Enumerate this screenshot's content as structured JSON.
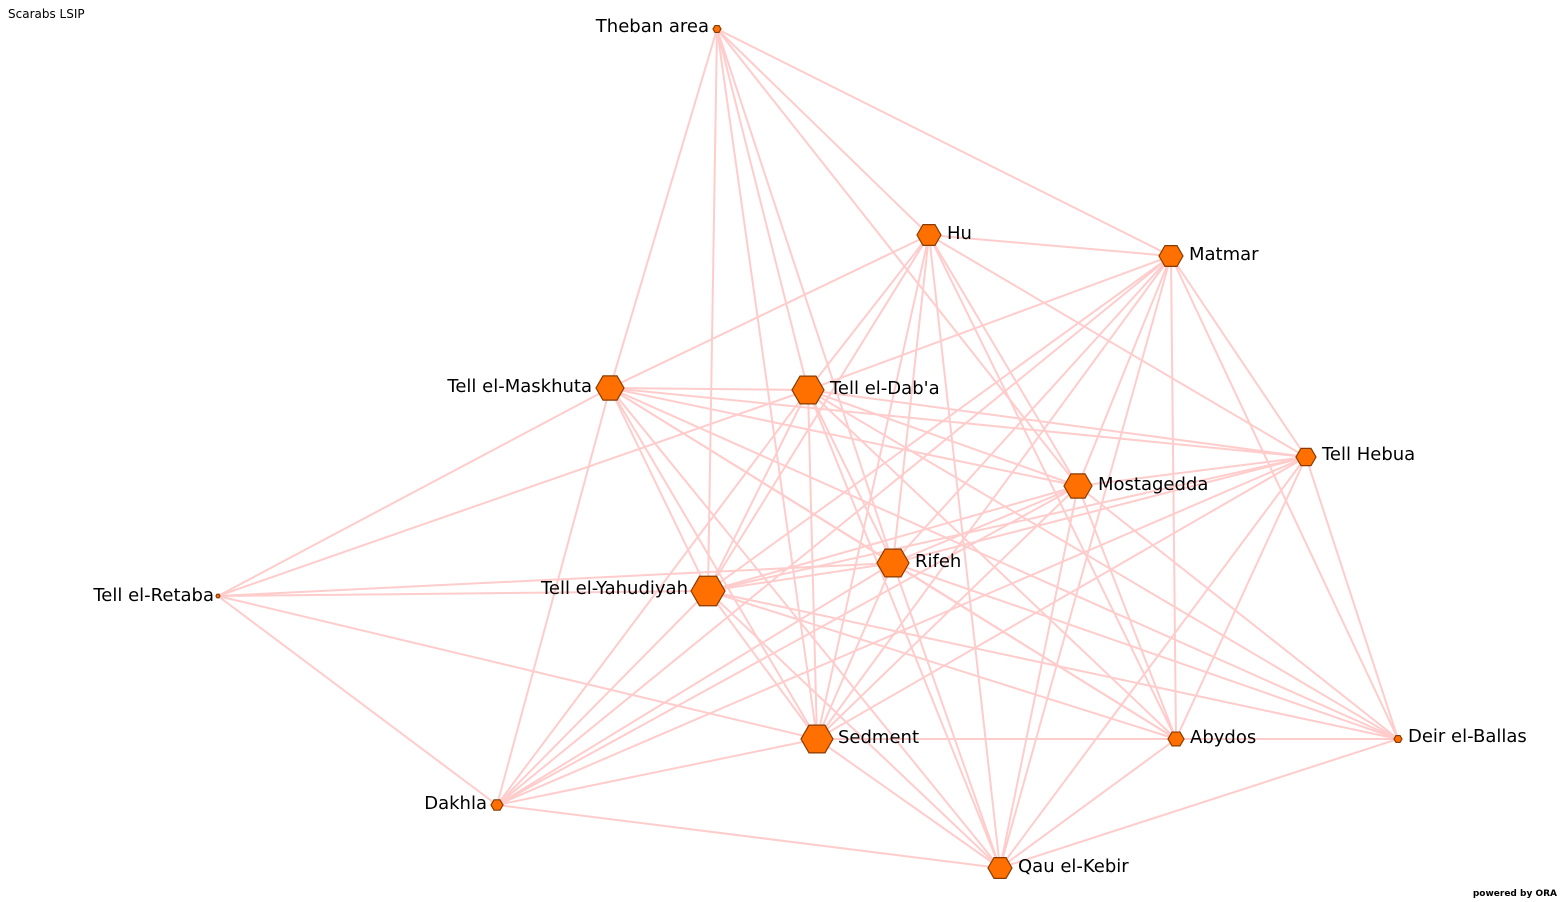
{
  "title": "Scarabs LSIP",
  "footer": "powered by ORA",
  "colors": {
    "edge": "#ffcccc",
    "node_fill": "#ff7000",
    "node_stroke": "#8a3a00",
    "label": "#000000"
  },
  "node_shape": "hexagon",
  "nodes": [
    {
      "id": "theban",
      "label": "Theban area"
    },
    {
      "id": "hu",
      "label": "Hu"
    },
    {
      "id": "matmar",
      "label": "Matmar"
    },
    {
      "id": "maskhuta",
      "label": "Tell el-Maskhuta"
    },
    {
      "id": "daba",
      "label": "Tell el-Dab'a"
    },
    {
      "id": "hebua",
      "label": "Tell Hebua"
    },
    {
      "id": "mostagedda",
      "label": "Mostagedda"
    },
    {
      "id": "rifeh",
      "label": "Rifeh"
    },
    {
      "id": "retaba",
      "label": "Tell el-Retaba"
    },
    {
      "id": "yahudiyah",
      "label": "Tell el-Yahudiyah"
    },
    {
      "id": "sedment",
      "label": "Sedment"
    },
    {
      "id": "abydos",
      "label": "Abydos"
    },
    {
      "id": "ballas",
      "label": "Deir el-Ballas"
    },
    {
      "id": "dakhla",
      "label": "Dakhla"
    },
    {
      "id": "qau",
      "label": "Qau el-Kebir"
    }
  ],
  "edges": [
    [
      "theban",
      "hu"
    ],
    [
      "theban",
      "matmar"
    ],
    [
      "theban",
      "maskhuta"
    ],
    [
      "theban",
      "daba"
    ],
    [
      "theban",
      "mostagedda"
    ],
    [
      "theban",
      "rifeh"
    ],
    [
      "theban",
      "yahudiyah"
    ],
    [
      "theban",
      "sedment"
    ],
    [
      "hu",
      "matmar"
    ],
    [
      "hu",
      "maskhuta"
    ],
    [
      "hu",
      "daba"
    ],
    [
      "hu",
      "hebua"
    ],
    [
      "hu",
      "mostagedda"
    ],
    [
      "hu",
      "rifeh"
    ],
    [
      "hu",
      "yahudiyah"
    ],
    [
      "hu",
      "sedment"
    ],
    [
      "hu",
      "abydos"
    ],
    [
      "hu",
      "qau"
    ],
    [
      "matmar",
      "daba"
    ],
    [
      "matmar",
      "hebua"
    ],
    [
      "matmar",
      "mostagedda"
    ],
    [
      "matmar",
      "rifeh"
    ],
    [
      "matmar",
      "yahudiyah"
    ],
    [
      "matmar",
      "sedment"
    ],
    [
      "matmar",
      "abydos"
    ],
    [
      "matmar",
      "ballas"
    ],
    [
      "matmar",
      "qau"
    ],
    [
      "matmar",
      "dakhla"
    ],
    [
      "maskhuta",
      "daba"
    ],
    [
      "maskhuta",
      "hebua"
    ],
    [
      "maskhuta",
      "mostagedda"
    ],
    [
      "maskhuta",
      "rifeh"
    ],
    [
      "maskhuta",
      "retaba"
    ],
    [
      "maskhuta",
      "yahudiyah"
    ],
    [
      "maskhuta",
      "sedment"
    ],
    [
      "maskhuta",
      "abydos"
    ],
    [
      "maskhuta",
      "ballas"
    ],
    [
      "maskhuta",
      "dakhla"
    ],
    [
      "maskhuta",
      "qau"
    ],
    [
      "daba",
      "hebua"
    ],
    [
      "daba",
      "mostagedda"
    ],
    [
      "daba",
      "rifeh"
    ],
    [
      "daba",
      "retaba"
    ],
    [
      "daba",
      "yahudiyah"
    ],
    [
      "daba",
      "sedment"
    ],
    [
      "daba",
      "abydos"
    ],
    [
      "daba",
      "ballas"
    ],
    [
      "daba",
      "dakhla"
    ],
    [
      "daba",
      "qau"
    ],
    [
      "hebua",
      "mostagedda"
    ],
    [
      "hebua",
      "rifeh"
    ],
    [
      "hebua",
      "yahudiyah"
    ],
    [
      "hebua",
      "sedment"
    ],
    [
      "hebua",
      "abydos"
    ],
    [
      "hebua",
      "ballas"
    ],
    [
      "hebua",
      "qau"
    ],
    [
      "hebua",
      "dakhla"
    ],
    [
      "mostagedda",
      "rifeh"
    ],
    [
      "mostagedda",
      "yahudiyah"
    ],
    [
      "mostagedda",
      "sedment"
    ],
    [
      "mostagedda",
      "abydos"
    ],
    [
      "mostagedda",
      "ballas"
    ],
    [
      "mostagedda",
      "qau"
    ],
    [
      "mostagedda",
      "dakhla"
    ],
    [
      "rifeh",
      "retaba"
    ],
    [
      "rifeh",
      "yahudiyah"
    ],
    [
      "rifeh",
      "sedment"
    ],
    [
      "rifeh",
      "abydos"
    ],
    [
      "rifeh",
      "ballas"
    ],
    [
      "rifeh",
      "qau"
    ],
    [
      "rifeh",
      "dakhla"
    ],
    [
      "retaba",
      "yahudiyah"
    ],
    [
      "retaba",
      "sedment"
    ],
    [
      "retaba",
      "dakhla"
    ],
    [
      "yahudiyah",
      "sedment"
    ],
    [
      "yahudiyah",
      "abydos"
    ],
    [
      "yahudiyah",
      "ballas"
    ],
    [
      "yahudiyah",
      "qau"
    ],
    [
      "yahudiyah",
      "dakhla"
    ],
    [
      "sedment",
      "abydos"
    ],
    [
      "sedment",
      "ballas"
    ],
    [
      "sedment",
      "dakhla"
    ],
    [
      "sedment",
      "qau"
    ],
    [
      "abydos",
      "ballas"
    ],
    [
      "abydos",
      "qau"
    ],
    [
      "ballas",
      "qau"
    ],
    [
      "dakhla",
      "qau"
    ]
  ]
}
